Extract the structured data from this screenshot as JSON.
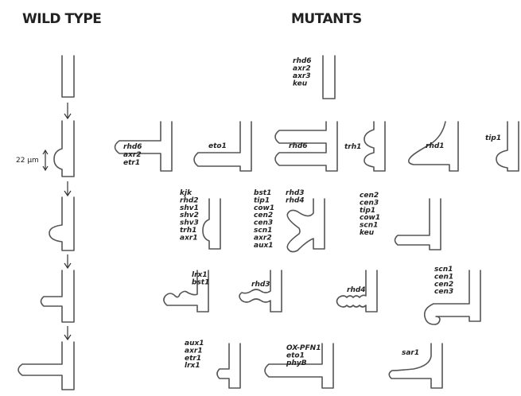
{
  "headers": {
    "wild_type": "WILD TYPE",
    "mutants": "MUTANTS"
  },
  "measurement": "22 µm",
  "groups": [
    {
      "id": "g1",
      "lines": [
        "rhd6",
        "axr2",
        "axr3",
        "keu"
      ]
    },
    {
      "id": "g2",
      "lines": [
        "rhd6",
        "axr2",
        "etr1"
      ]
    },
    {
      "id": "g3",
      "lines": [
        "eto1"
      ]
    },
    {
      "id": "g4",
      "lines": [
        "rhd6"
      ]
    },
    {
      "id": "g5",
      "lines": [
        "trh1"
      ]
    },
    {
      "id": "g6",
      "lines": [
        "rhd1"
      ]
    },
    {
      "id": "g7",
      "lines": [
        "tip1"
      ]
    },
    {
      "id": "g8",
      "lines": [
        "kjk",
        "rhd2",
        "shv1",
        "shv2",
        "shv3",
        "trh1",
        "axr1"
      ]
    },
    {
      "id": "g9",
      "lines": [
        "bst1",
        "tip1",
        "cow1",
        "cen2",
        "cen3",
        "scn1",
        "axr2",
        "aux1"
      ]
    },
    {
      "id": "g10",
      "lines": [
        "rhd3",
        "rhd4"
      ]
    },
    {
      "id": "g11",
      "lines": [
        "cen2",
        "cen3",
        "tip1",
        "cow1",
        "scn1",
        "keu"
      ]
    },
    {
      "id": "g12",
      "lines": [
        "lrx1",
        "bst1"
      ]
    },
    {
      "id": "g13",
      "lines": [
        "rhd3"
      ]
    },
    {
      "id": "g14",
      "lines": [
        "rhd4"
      ]
    },
    {
      "id": "g15",
      "lines": [
        "scn1",
        "cen1",
        "cen2",
        "cen3"
      ]
    },
    {
      "id": "g16",
      "lines": [
        "aux1",
        "axr1",
        "etr1",
        "lrx1"
      ]
    },
    {
      "id": "g17",
      "lines": [
        "OX-PFN1",
        "eto1",
        "phyB"
      ]
    },
    {
      "id": "g18",
      "lines": [
        "sar1"
      ]
    }
  ]
}
